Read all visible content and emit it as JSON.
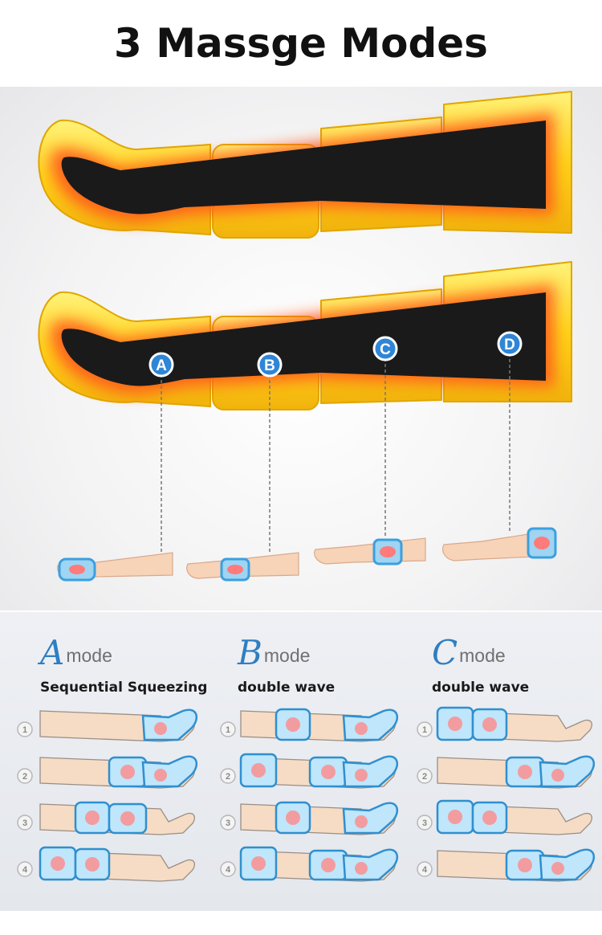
{
  "title": "3 Massge Modes",
  "markers": [
    "A",
    "B",
    "C",
    "D"
  ],
  "modes": [
    {
      "letter": "A",
      "word": "mode",
      "desc": "Sequential Squeezing"
    },
    {
      "letter": "B",
      "word": "mode",
      "desc": "double wave"
    },
    {
      "letter": "C",
      "word": "mode",
      "desc": "double wave"
    }
  ],
  "step_numbers": [
    "1",
    "2",
    "3",
    "4"
  ],
  "colors": {
    "accent": "#2f7ec2",
    "chamber": "#ffd21a",
    "heat": "#ff3a10",
    "cuff": "#38a8e6"
  }
}
